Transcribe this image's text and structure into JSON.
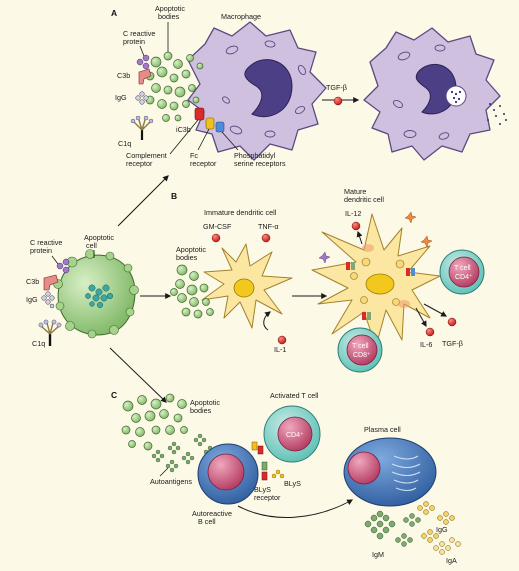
{
  "panels": {
    "a": "A",
    "b": "B",
    "c": "C"
  },
  "panel_a": {
    "apoptotic_bodies": [
      "Apoptotic",
      "bodies"
    ],
    "macrophage": "Macrophage",
    "c_reactive_protein": [
      "C reactive",
      "protein"
    ],
    "c3b": "C3b",
    "igg": "IgG",
    "c1q": "C1q",
    "ic3b": "iC3b",
    "complement_receptor": [
      "Complement",
      "receptor"
    ],
    "fc_receptor": [
      "Fc",
      "receptor"
    ],
    "ps_receptors": [
      "Phosphatidyl",
      "serine receptors"
    ],
    "tgf_beta": "TGF-β"
  },
  "left_cell": {
    "c_reactive_protein": [
      "C reactive",
      "protein"
    ],
    "apoptotic_cell": [
      "Apoptotic",
      "cell"
    ],
    "c3b": "C3b",
    "igg": "IgG",
    "c1q": "C1q"
  },
  "panel_b": {
    "immature_dc": "Immature dendritic cell",
    "gm_csf": "GM-CSF",
    "tnf_alpha": "TNF-α",
    "apoptotic_bodies": [
      "Apoptotic",
      "bodies"
    ],
    "il1": "IL-1",
    "mature_dc": [
      "Mature",
      "dendritic cell"
    ],
    "il12": "IL-12",
    "tcell_cd4": [
      "T cell",
      "CD4⁺"
    ],
    "tcell_cd8": [
      "T cell",
      "CD8⁺"
    ],
    "il6": "IL-6",
    "tgf_beta": "TGF-β"
  },
  "panel_c": {
    "apoptotic_bodies": [
      "Apoptotic",
      "bodies"
    ],
    "activated_tcell": "Activated T cell",
    "cd4": "CD4⁺",
    "autoantigens": "Autoantigens",
    "blys": "BLyS",
    "blys_receptor": [
      "BLyS",
      "receptor"
    ],
    "autoreactive_bcell": [
      "Autoreactive",
      "B cell"
    ],
    "plasma_cell": "Plasma cell",
    "igm": "IgM",
    "igg": "IgG",
    "iga": "IgA"
  },
  "colors": {
    "background": "#fdf9e7",
    "macrophage": "#cfc0e0",
    "macrophage_nucleus": "#4c3f86",
    "apoptotic_body": "#94c77a",
    "dendritic_cell": "#fbe6a2",
    "dc_nucleus": "#f3c81e",
    "tcell": "#7fcfc6",
    "tcell_nucleus": "#c9476d",
    "bcell": "#3f73b6",
    "plasma_cell": "#3f6bb0",
    "cytokine": "#d92b2b",
    "antibody": "#7fa872"
  }
}
